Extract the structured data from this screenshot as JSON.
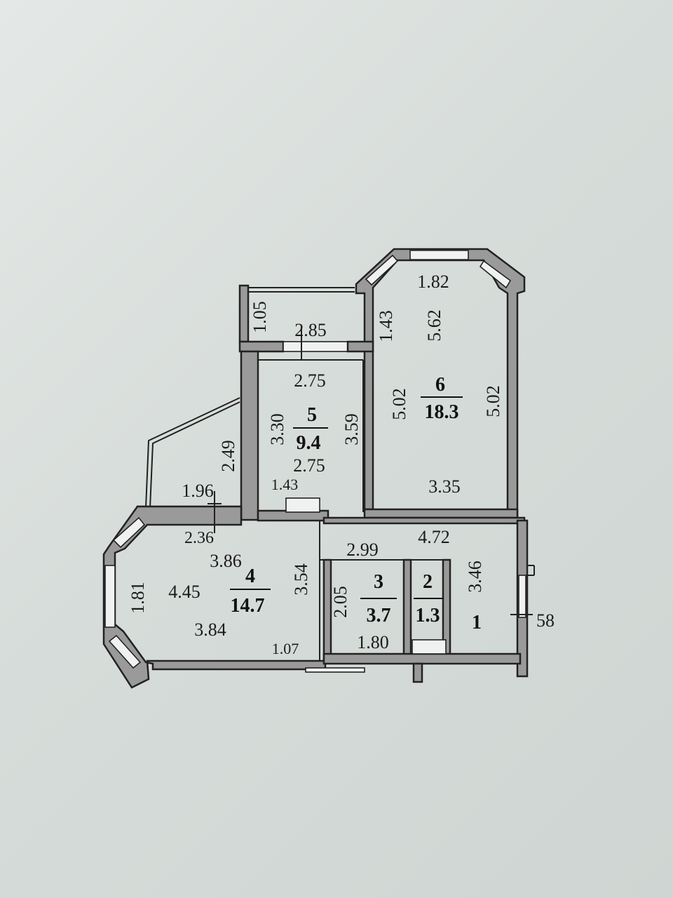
{
  "rooms": [
    {
      "id": "1",
      "number": "1",
      "area": ""
    },
    {
      "id": "2",
      "number": "2",
      "area": "1.3"
    },
    {
      "id": "3",
      "number": "3",
      "area": "3.7"
    },
    {
      "id": "4",
      "number": "4",
      "area": "14.7"
    },
    {
      "id": "5",
      "number": "5",
      "area": "9.4"
    },
    {
      "id": "6",
      "number": "6",
      "area": "18.3"
    }
  ],
  "dimensions": {
    "r6_top": "1.82",
    "r6_side": "1.43",
    "r6_inner": "5.62",
    "r6_left": "5.02",
    "r6_right": "5.02",
    "r6_bottom": "3.35",
    "balcony_side": "1.05",
    "balcony_width": "2.85",
    "r5_top": "2.75",
    "r5_left": "3.30",
    "r5_right": "3.59",
    "r5_bottom": "2.75",
    "r5_door": "1.43",
    "loggia_side": "2.49",
    "loggia_width": "1.96",
    "loggia_bottom": "2.36",
    "r4_top": "3.86",
    "r4_left": "1.81",
    "r4_inner": "4.45",
    "r4_bottom": "3.84",
    "r4_right": "3.54",
    "r4_door": "1.07",
    "hall_top": "4.72",
    "hall_inner": "2.99",
    "hall_side": "3.46",
    "r3_left": "2.05",
    "r3_bottom": "1.80",
    "wall_58": "58"
  },
  "colors": {
    "paper": "#dde2df",
    "wall": "#9a9a9a",
    "ink": "#1b1b1b"
  }
}
